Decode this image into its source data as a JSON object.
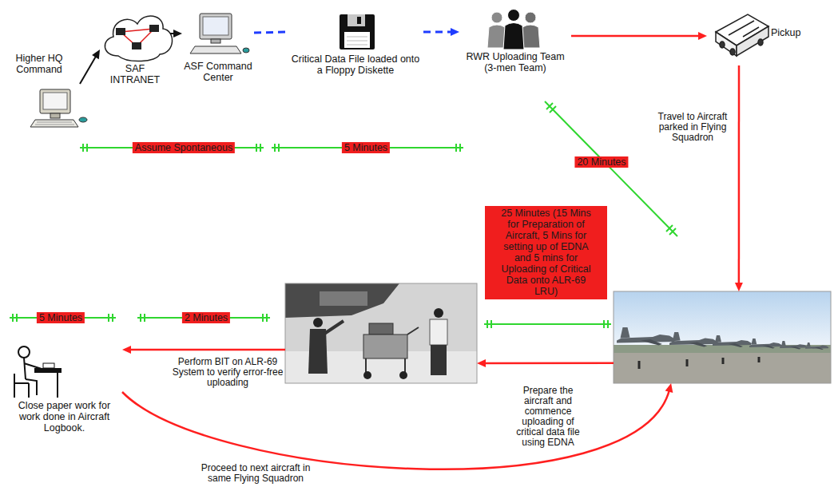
{
  "diagram": {
    "nodes": [
      {
        "text": [
          "Higher HQ Command"
        ]
      },
      {
        "text": [
          "SAF INTRANET"
        ]
      },
      {
        "text": [
          "ASF Command Center"
        ]
      },
      {
        "text": [
          "Critical Data File loaded onto a Floppy Diskette"
        ]
      },
      {
        "text": [
          "RWR Uploading Team (3-men Team)"
        ]
      },
      {
        "text": [
          "Pickup"
        ]
      },
      {
        "text": []
      },
      {
        "text": []
      },
      {
        "text": [
          "Close paper work for work done in Aircraft Logbook."
        ]
      }
    ],
    "edges": [
      {
        "from": 0,
        "to": 1,
        "arrow": "to"
      },
      {
        "from": 1,
        "to": 2,
        "arrow": "to"
      },
      {
        "from": 2,
        "to": 3,
        "arrow": "none"
      },
      {
        "from": 3,
        "to": 4,
        "arrow": "to"
      },
      {
        "from": 4,
        "to": 5,
        "arrow": "to"
      },
      {
        "from": 5,
        "to": 6,
        "label": "Travel to Aircraft parked in Flying Squadron",
        "arrow": "to"
      },
      {
        "from": 6,
        "to": 7,
        "label": "Prepare the aircraft and commence uploading of critical data file using EDNA",
        "arrow": "to"
      },
      {
        "from": 7,
        "to": 8,
        "label": "Perform BIT on ALR-69 System to verify error-free uploading",
        "arrow": "to"
      },
      {
        "from": 8,
        "to": 6,
        "label": "Proceed to next aircraft in same Flying Squadron",
        "arrow": "to"
      }
    ],
    "labels": [
      "Assume Spontaneous",
      "5 Minutes",
      "20 Minutes",
      "25 Minutes (15 Mins for Preparation of Aircraft, 5 Mins for setting up of EDNA and 5 mins for Uploading of Critical Data onto ALR-69 LRU)",
      "5 Minutes",
      "2 Minutes"
    ]
  }
}
